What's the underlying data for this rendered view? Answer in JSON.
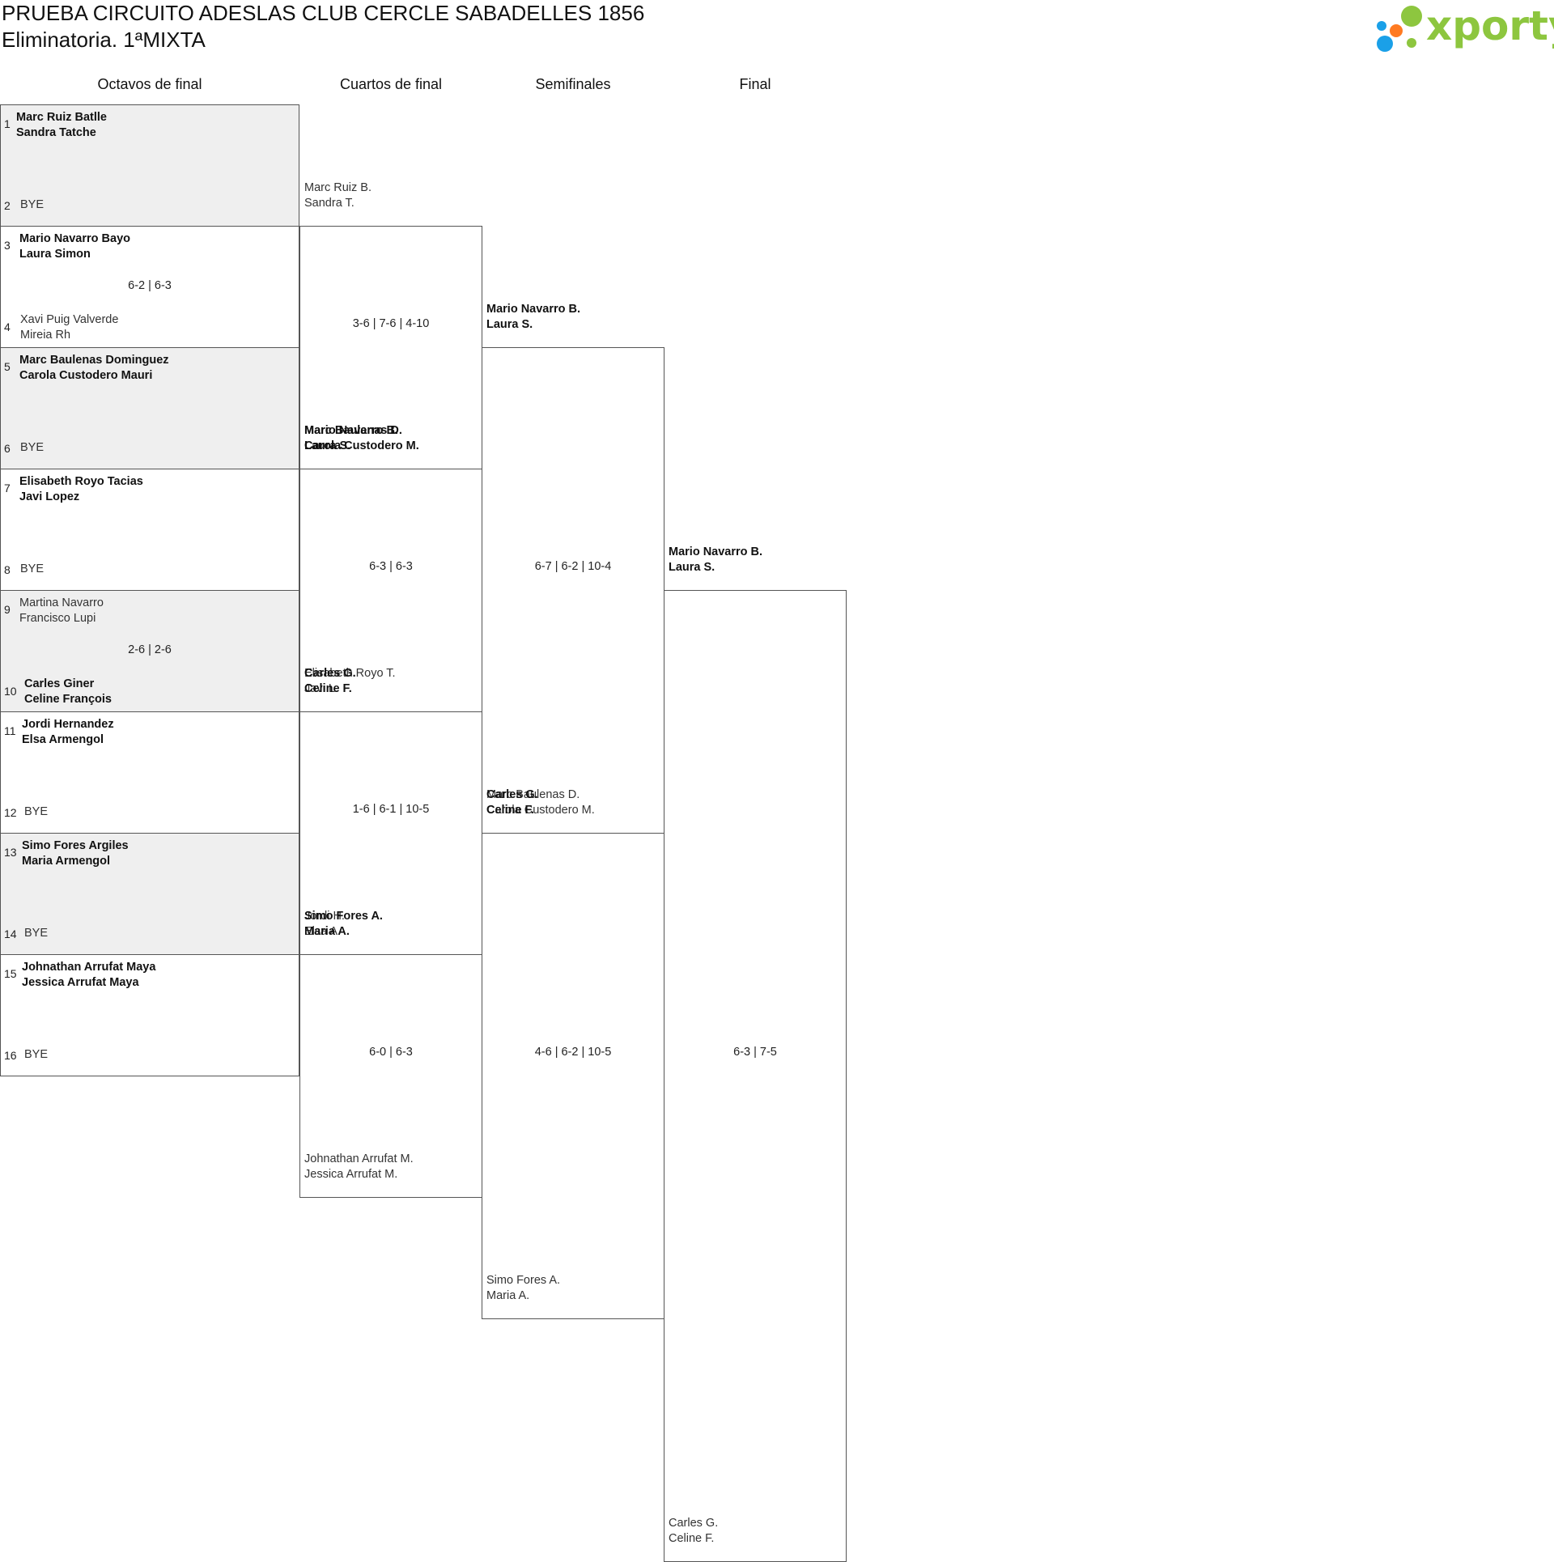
{
  "header": {
    "title": "PRUEBA CIRCUITO ADESLAS CLUB CERCLE SABADELLES 1856",
    "subtitle": "Eliminatoria. 1ªMIXTA"
  },
  "logo": {
    "text": "xporty",
    "text_color": "#8dc63f",
    "dot_colors": [
      "#8dc63f",
      "#ff7a21",
      "#1aa0e8"
    ]
  },
  "rounds": [
    "Octavos de final",
    "Cuartos de final",
    "Semifinales",
    "Final"
  ],
  "r16": [
    {
      "seed_a": "1",
      "team_a": [
        "Marc Ruiz Batlle",
        "Sandra Tatche"
      ],
      "win_a": true,
      "seed_b": "2",
      "team_b": [
        "BYE"
      ],
      "win_b": false,
      "score": "",
      "shaded": true
    },
    {
      "seed_a": "3",
      "team_a": [
        "Mario Navarro Bayo",
        "Laura Simon"
      ],
      "win_a": true,
      "seed_b": "4",
      "team_b": [
        "Xavi Puig Valverde",
        "Mireia Rh"
      ],
      "win_b": false,
      "score": "6-2 | 6-3",
      "shaded": false
    },
    {
      "seed_a": "5",
      "team_a": [
        "Marc Baulenas Dominguez",
        "Carola Custodero Mauri"
      ],
      "win_a": true,
      "seed_b": "6",
      "team_b": [
        "BYE"
      ],
      "win_b": false,
      "score": "",
      "shaded": true
    },
    {
      "seed_a": "7",
      "team_a": [
        "Elisabeth Royo Tacias",
        "Javi Lopez"
      ],
      "win_a": true,
      "seed_b": "8",
      "team_b": [
        "BYE"
      ],
      "win_b": false,
      "score": "",
      "shaded": false
    },
    {
      "seed_a": "9",
      "team_a": [
        "Martina Navarro",
        "Francisco Lupi"
      ],
      "win_a": false,
      "seed_b": "10",
      "team_b": [
        "Carles Giner",
        "Celine François"
      ],
      "win_b": true,
      "score": "2-6 | 2-6",
      "shaded": true
    },
    {
      "seed_a": "11",
      "team_a": [
        "Jordi Hernandez",
        "Elsa Armengol"
      ],
      "win_a": true,
      "seed_b": "12",
      "team_b": [
        "BYE"
      ],
      "win_b": false,
      "score": "",
      "shaded": false
    },
    {
      "seed_a": "13",
      "team_a": [
        "Simo Fores Argiles",
        "Maria Armengol"
      ],
      "win_a": true,
      "seed_b": "14",
      "team_b": [
        "BYE"
      ],
      "win_b": false,
      "score": "",
      "shaded": true
    },
    {
      "seed_a": "15",
      "team_a": [
        "Johnathan Arrufat Maya",
        "Jessica Arrufat Maya"
      ],
      "win_a": true,
      "seed_b": "16",
      "team_b": [
        "BYE"
      ],
      "win_b": false,
      "score": "",
      "shaded": false
    }
  ],
  "qf": [
    {
      "team_a": [
        "Marc Ruiz B.",
        "Sandra T."
      ],
      "win_a": false,
      "team_b": [
        "Mario Navarro B.",
        "Laura S."
      ],
      "win_b": true,
      "score": "3-6 | 7-6 | 4-10"
    },
    {
      "team_a": [
        "Marc Baulenas D.",
        "Carola Custodero M."
      ],
      "win_a": true,
      "team_b": [
        "Elisabeth Royo T.",
        "Javi L."
      ],
      "win_b": false,
      "score": "6-3 | 6-3"
    },
    {
      "team_a": [
        "Carles G.",
        "Celine F."
      ],
      "win_a": true,
      "team_b": [
        "Jordi H.",
        "Elsa A."
      ],
      "win_b": false,
      "score": "1-6 | 6-1 | 10-5"
    },
    {
      "team_a": [
        "Simo Fores A.",
        "Maria A."
      ],
      "win_a": true,
      "team_b": [
        "Johnathan Arrufat M.",
        "Jessica Arrufat M."
      ],
      "win_b": false,
      "score": "6-0 | 6-3"
    }
  ],
  "sf": [
    {
      "team_a": [
        "Mario Navarro B.",
        "Laura S."
      ],
      "win_a": true,
      "team_b": [
        "Marc Baulenas D.",
        "Carola Custodero M."
      ],
      "win_b": false,
      "score": "6-7 | 6-2 | 10-4"
    },
    {
      "team_a": [
        "Carles G.",
        "Celine F."
      ],
      "win_a": true,
      "team_b": [
        "Simo Fores A.",
        "Maria A."
      ],
      "win_b": false,
      "score": "4-6 | 6-2 | 10-5"
    }
  ],
  "final": [
    {
      "team_a": [
        "Mario Navarro B.",
        "Laura S."
      ],
      "win_a": true,
      "team_b": [
        "Carles G.",
        "Celine F."
      ],
      "win_b": false,
      "score": "6-3 | 7-5"
    }
  ]
}
